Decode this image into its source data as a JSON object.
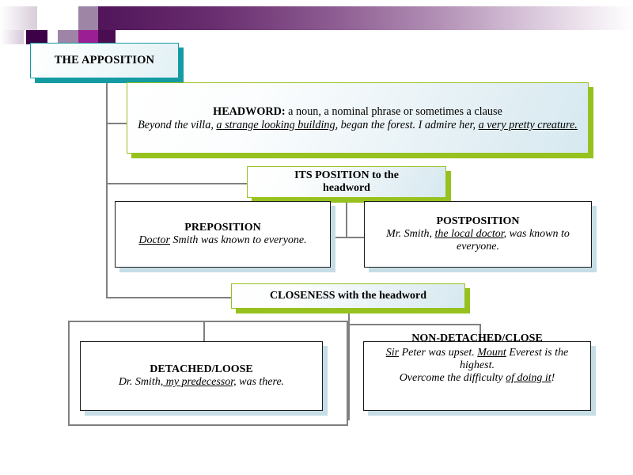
{
  "slide": {
    "title": "THE APPOSITION",
    "decoration": {
      "bar_color_dark": "#4B0D52",
      "bar_color_light": "#FFFFFF",
      "square_colors": [
        "#3D0147",
        "#8D5C92",
        "#A03A9B",
        "#9B1E94",
        "#6A2F70",
        "#B18FB4"
      ]
    },
    "accent_teal": "#159BA3",
    "accent_green": "#96C11E",
    "connector_color": "#808080"
  },
  "nodes": {
    "apposition": {
      "name": "apposition",
      "title": "THE APPOSITION"
    },
    "headword": {
      "name": "headword",
      "title": "HEADWORD:",
      "definition": "a noun, a nominal phrase or sometimes a clause",
      "example_pre1": "Beyond the villa, ",
      "example_u1": "a strange looking building",
      "example_mid1": ", began the forest. I admire her, ",
      "example_u2": "a very pretty creature."
    },
    "position": {
      "name": "its-position",
      "title_line1": "ITS POSITION to the",
      "title_line2": "headword"
    },
    "preposition": {
      "name": "preposition",
      "title": "PREPOSITION",
      "example_u1": "Doctor",
      "example_rest": " Smith was known to everyone."
    },
    "postposition": {
      "name": "postposition",
      "title": "POSTPOSITION",
      "example_pre": "Mr. Smith, ",
      "example_u1": "the local doctor",
      "example_rest": ", was known to everyone."
    },
    "closeness": {
      "name": "closeness",
      "title": "CLOSENESS with the headword"
    },
    "detached": {
      "name": "detached-loose",
      "title": "DETACHED/LOOSE",
      "example_pre": "Dr. Smith,",
      "example_u1": " my predecessor,",
      "example_rest": " was there."
    },
    "nondetached": {
      "name": "non-detached-close",
      "title": "NON-DETACHED/CLOSE",
      "example1_u1": "Sir",
      "example1_mid": " Peter was upset. ",
      "example1_u2": "Mount",
      "example1_rest": " Everest is the highest.",
      "example2_pre": "Overcome the difficulty ",
      "example2_u1": "of doing it",
      "example2_rest": "!"
    }
  }
}
